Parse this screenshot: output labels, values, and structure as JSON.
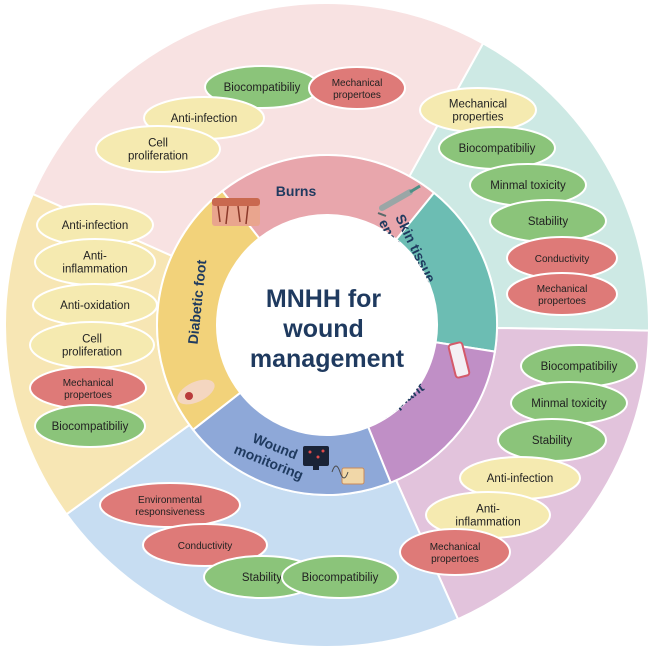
{
  "center": {
    "lines": [
      "MNHH for",
      "wound",
      "management"
    ]
  },
  "segments": [
    {
      "id": "burns",
      "lines": [
        "Burns"
      ],
      "color": "#e8a6ac"
    },
    {
      "id": "skin",
      "lines": [
        "Skin tissue",
        "engineering"
      ],
      "color": "#6cbdb3"
    },
    {
      "id": "implant",
      "lines": [
        "Implant"
      ],
      "color": "#c08fc6"
    },
    {
      "id": "wound",
      "lines": [
        "Wound",
        "monitoring"
      ],
      "color": "#8ea8d8"
    },
    {
      "id": "diabetic",
      "lines": [
        "Diabetic foot"
      ],
      "color": "#f2d27a"
    }
  ],
  "sectors": [
    {
      "id": "burns",
      "color": "#f8e2e2"
    },
    {
      "id": "skin",
      "color": "#cde9e4"
    },
    {
      "id": "implant",
      "color": "#e2c3dc"
    },
    {
      "id": "wound",
      "color": "#c7ddf2"
    },
    {
      "id": "diabetic",
      "color": "#f7e6b4"
    }
  ],
  "colors": {
    "green": "#8bc47a",
    "yellow": "#f5eab0",
    "red": "#de7a78"
  },
  "pills": {
    "burns": [
      {
        "lines": [
          "Biocompatibiliy"
        ],
        "color": "green"
      },
      {
        "lines": [
          "Mechanical",
          "propertoes"
        ],
        "color": "red"
      },
      {
        "lines": [
          "Anti-infection"
        ],
        "color": "yellow"
      },
      {
        "lines": [
          "Cell",
          "proliferation"
        ],
        "color": "yellow"
      }
    ],
    "skin": [
      {
        "lines": [
          "Mechanical",
          "properties"
        ],
        "color": "yellow"
      },
      {
        "lines": [
          "Biocompatibiliy"
        ],
        "color": "green"
      },
      {
        "lines": [
          "Minmal toxicity"
        ],
        "color": "green"
      },
      {
        "lines": [
          "Stability"
        ],
        "color": "green"
      },
      {
        "lines": [
          "Conductivity"
        ],
        "color": "red"
      },
      {
        "lines": [
          "Mechanical",
          "propertoes"
        ],
        "color": "red"
      }
    ],
    "implant": [
      {
        "lines": [
          "Biocompatibiliy"
        ],
        "color": "green"
      },
      {
        "lines": [
          "Minmal toxicity"
        ],
        "color": "green"
      },
      {
        "lines": [
          "Stability"
        ],
        "color": "green"
      },
      {
        "lines": [
          "Anti-infection"
        ],
        "color": "yellow"
      },
      {
        "lines": [
          "Anti-",
          "inflammation"
        ],
        "color": "yellow"
      },
      {
        "lines": [
          "Mechanical",
          "propertoes"
        ],
        "color": "red"
      }
    ],
    "wound": [
      {
        "lines": [
          "Environmental",
          "responsiveness"
        ],
        "color": "red"
      },
      {
        "lines": [
          "Conductivity"
        ],
        "color": "red"
      },
      {
        "lines": [
          "Stability"
        ],
        "color": "green"
      },
      {
        "lines": [
          "Biocompatibiliy"
        ],
        "color": "green"
      }
    ],
    "diabetic": [
      {
        "lines": [
          "Anti-infection"
        ],
        "color": "yellow"
      },
      {
        "lines": [
          "Anti-",
          "inflammation"
        ],
        "color": "yellow"
      },
      {
        "lines": [
          "Anti-oxidation"
        ],
        "color": "yellow"
      },
      {
        "lines": [
          "Cell",
          "proliferation"
        ],
        "color": "yellow"
      },
      {
        "lines": [
          "Mechanical",
          "propertoes"
        ],
        "color": "red"
      },
      {
        "lines": [
          "Biocompatibiliy"
        ],
        "color": "green"
      }
    ]
  }
}
